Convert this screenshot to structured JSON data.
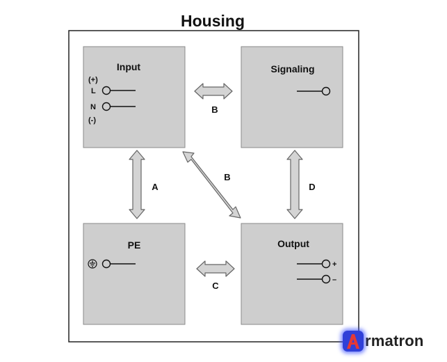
{
  "title": "Housing",
  "blocks": {
    "input": {
      "title": "Input",
      "plus": "(+)",
      "l": "L",
      "n": "N",
      "minus": "(-)"
    },
    "signaling": {
      "title": "Signaling"
    },
    "pe": {
      "title": "PE"
    },
    "output": {
      "title": "Output",
      "plus": "+",
      "minus": "–"
    }
  },
  "connections": {
    "input_signaling": "B",
    "input_pe": "A",
    "input_output": "B",
    "signaling_output": "D",
    "pe_output": "C"
  },
  "logo": {
    "letter": "A",
    "text": "rmatron"
  },
  "colors": {
    "block_fill": "#cecece",
    "arrow_fill": "#d4d4d4",
    "logo_blue": "#3040d8",
    "logo_red": "#e53935"
  }
}
